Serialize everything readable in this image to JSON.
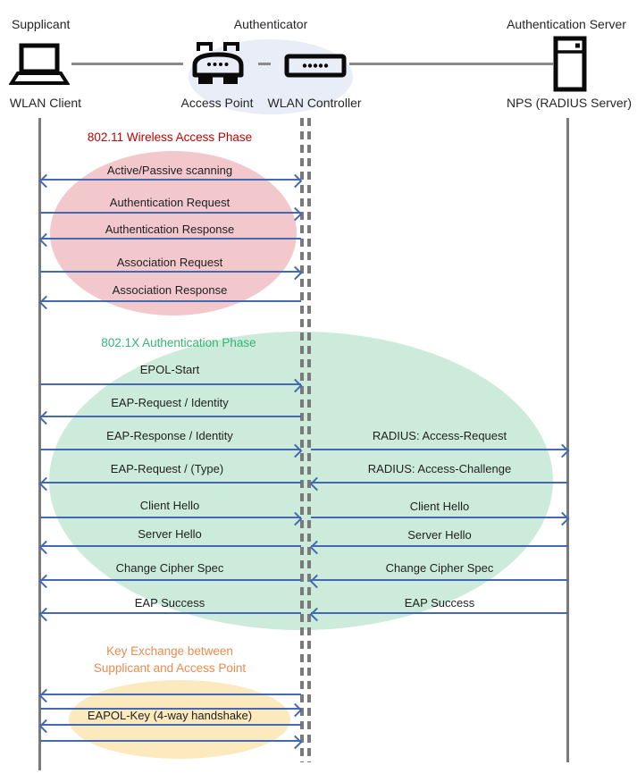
{
  "header": {
    "roles": {
      "supplicant": "Supplicant",
      "authenticator": "Authenticator",
      "server": "Authentication Server"
    },
    "devices": {
      "wlan_client": "WLAN Client",
      "access_point": "Access Point",
      "wlan_controller": "WLAN Controller",
      "nps": "NPS (RADIUS Server)"
    }
  },
  "phases": [
    {
      "title": "802.11 Wireless Access Phase",
      "title_color": "#C00000",
      "ellipse_color": "#F2C8CC",
      "between": [
        "WLAN Client",
        "WLAN Controller"
      ],
      "messages": [
        {
          "label": "Active/Passive scanning",
          "direction": "both"
        },
        {
          "label": "Authentication Request",
          "direction": "right"
        },
        {
          "label": "Authentication Response",
          "direction": "left"
        },
        {
          "label": "Association Request",
          "direction": "right"
        },
        {
          "label": "Association Response",
          "direction": "left"
        }
      ]
    },
    {
      "title": "802.1X Authentication Phase",
      "title_color": "#33B573",
      "ellipse_color": "#CDEBDA",
      "client_segment": {
        "between": [
          "WLAN Client",
          "WLAN Controller"
        ],
        "messages": [
          {
            "label": "EPOL-Start",
            "direction": "right"
          },
          {
            "label": "EAP-Request / Identity",
            "direction": "left"
          },
          {
            "label": "EAP-Response / Identity",
            "direction": "right"
          },
          {
            "label": "EAP-Request / (Type)",
            "direction": "left"
          },
          {
            "label": "Client Hello",
            "direction": "right"
          },
          {
            "label": "Server Hello",
            "direction": "left"
          },
          {
            "label": "Change Cipher Spec",
            "direction": "left"
          },
          {
            "label": "EAP Success",
            "direction": "left"
          }
        ]
      },
      "server_segment": {
        "between": [
          "WLAN Controller",
          "NPS (RADIUS Server)"
        ],
        "messages": [
          {
            "label": "RADIUS: Access-Request",
            "direction": "right"
          },
          {
            "label": "RADIUS: Access-Challenge",
            "direction": "left"
          },
          {
            "label": "Client Hello",
            "direction": "right"
          },
          {
            "label": "Server Hello",
            "direction": "left"
          },
          {
            "label": "Change Cipher Spec",
            "direction": "left"
          },
          {
            "label": "EAP Success",
            "direction": "left"
          }
        ]
      }
    },
    {
      "title_line1": "Key Exchange between",
      "title_line2": "Supplicant and Access Point",
      "title_color": "#E88C50",
      "ellipse_color": "#FCE9BD",
      "label": "EAPOL-Key (4-way handshake)",
      "between": [
        "WLAN Client",
        "WLAN Controller"
      ],
      "arrows": [
        {
          "direction": "left"
        },
        {
          "direction": "right"
        },
        {
          "direction": "left"
        },
        {
          "direction": "right"
        }
      ]
    }
  ],
  "colors": {
    "arrow": "#4269B2",
    "lifeline": "#7A7A7A",
    "message_text": "#1F1F1F",
    "authenticator_ellipse": "#E9EDF8"
  }
}
